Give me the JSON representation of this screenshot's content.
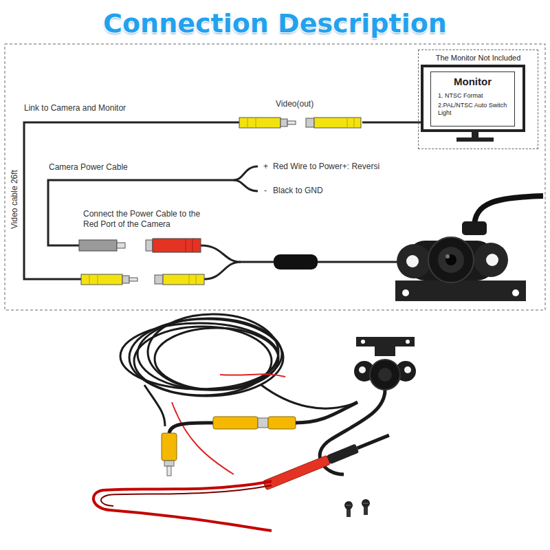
{
  "diagram": {
    "title": "Connection Description",
    "nodes": [
      {
        "text": [
          "The Monitor Not Included"
        ]
      },
      {
        "text": [
          "Monitor",
          "1. NTSC Format",
          "2.PAL/NTSC Auto Switch Light"
        ],
        "in": 0
      }
    ],
    "labels": [
      "Link to Camera and Monitor",
      "Video(out)",
      "Camera Power Cable",
      "+",
      "Red Wire to Power+: Reversi",
      "-",
      "Black to GND",
      "Connect the Power Cable to the Red Port of the Camera",
      "Video cable 26ft"
    ]
  }
}
